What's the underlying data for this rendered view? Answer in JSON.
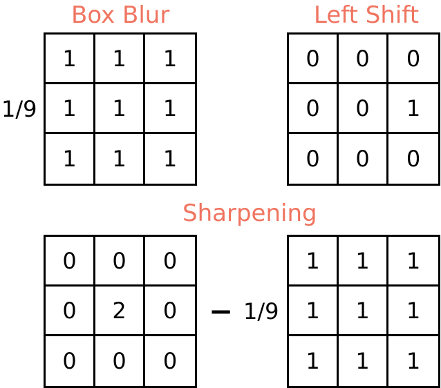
{
  "titles": {
    "box_blur": "Box Blur",
    "left_shift": "Left Shift",
    "sharpening": "Sharpening"
  },
  "box_blur": {
    "factor": "1/9",
    "cells": [
      "1",
      "1",
      "1",
      "1",
      "1",
      "1",
      "1",
      "1",
      "1"
    ]
  },
  "left_shift": {
    "cells": [
      "0",
      "0",
      "0",
      "0",
      "0",
      "1",
      "0",
      "0",
      "0"
    ]
  },
  "sharpening": {
    "left_cells": [
      "0",
      "0",
      "0",
      "0",
      "2",
      "0",
      "0",
      "0",
      "0"
    ],
    "operator": "−",
    "factor": "1/9",
    "right_cells": [
      "1",
      "1",
      "1",
      "1",
      "1",
      "1",
      "1",
      "1",
      "1"
    ]
  },
  "colors": {
    "title": "#f07460",
    "grid": "#000000"
  }
}
